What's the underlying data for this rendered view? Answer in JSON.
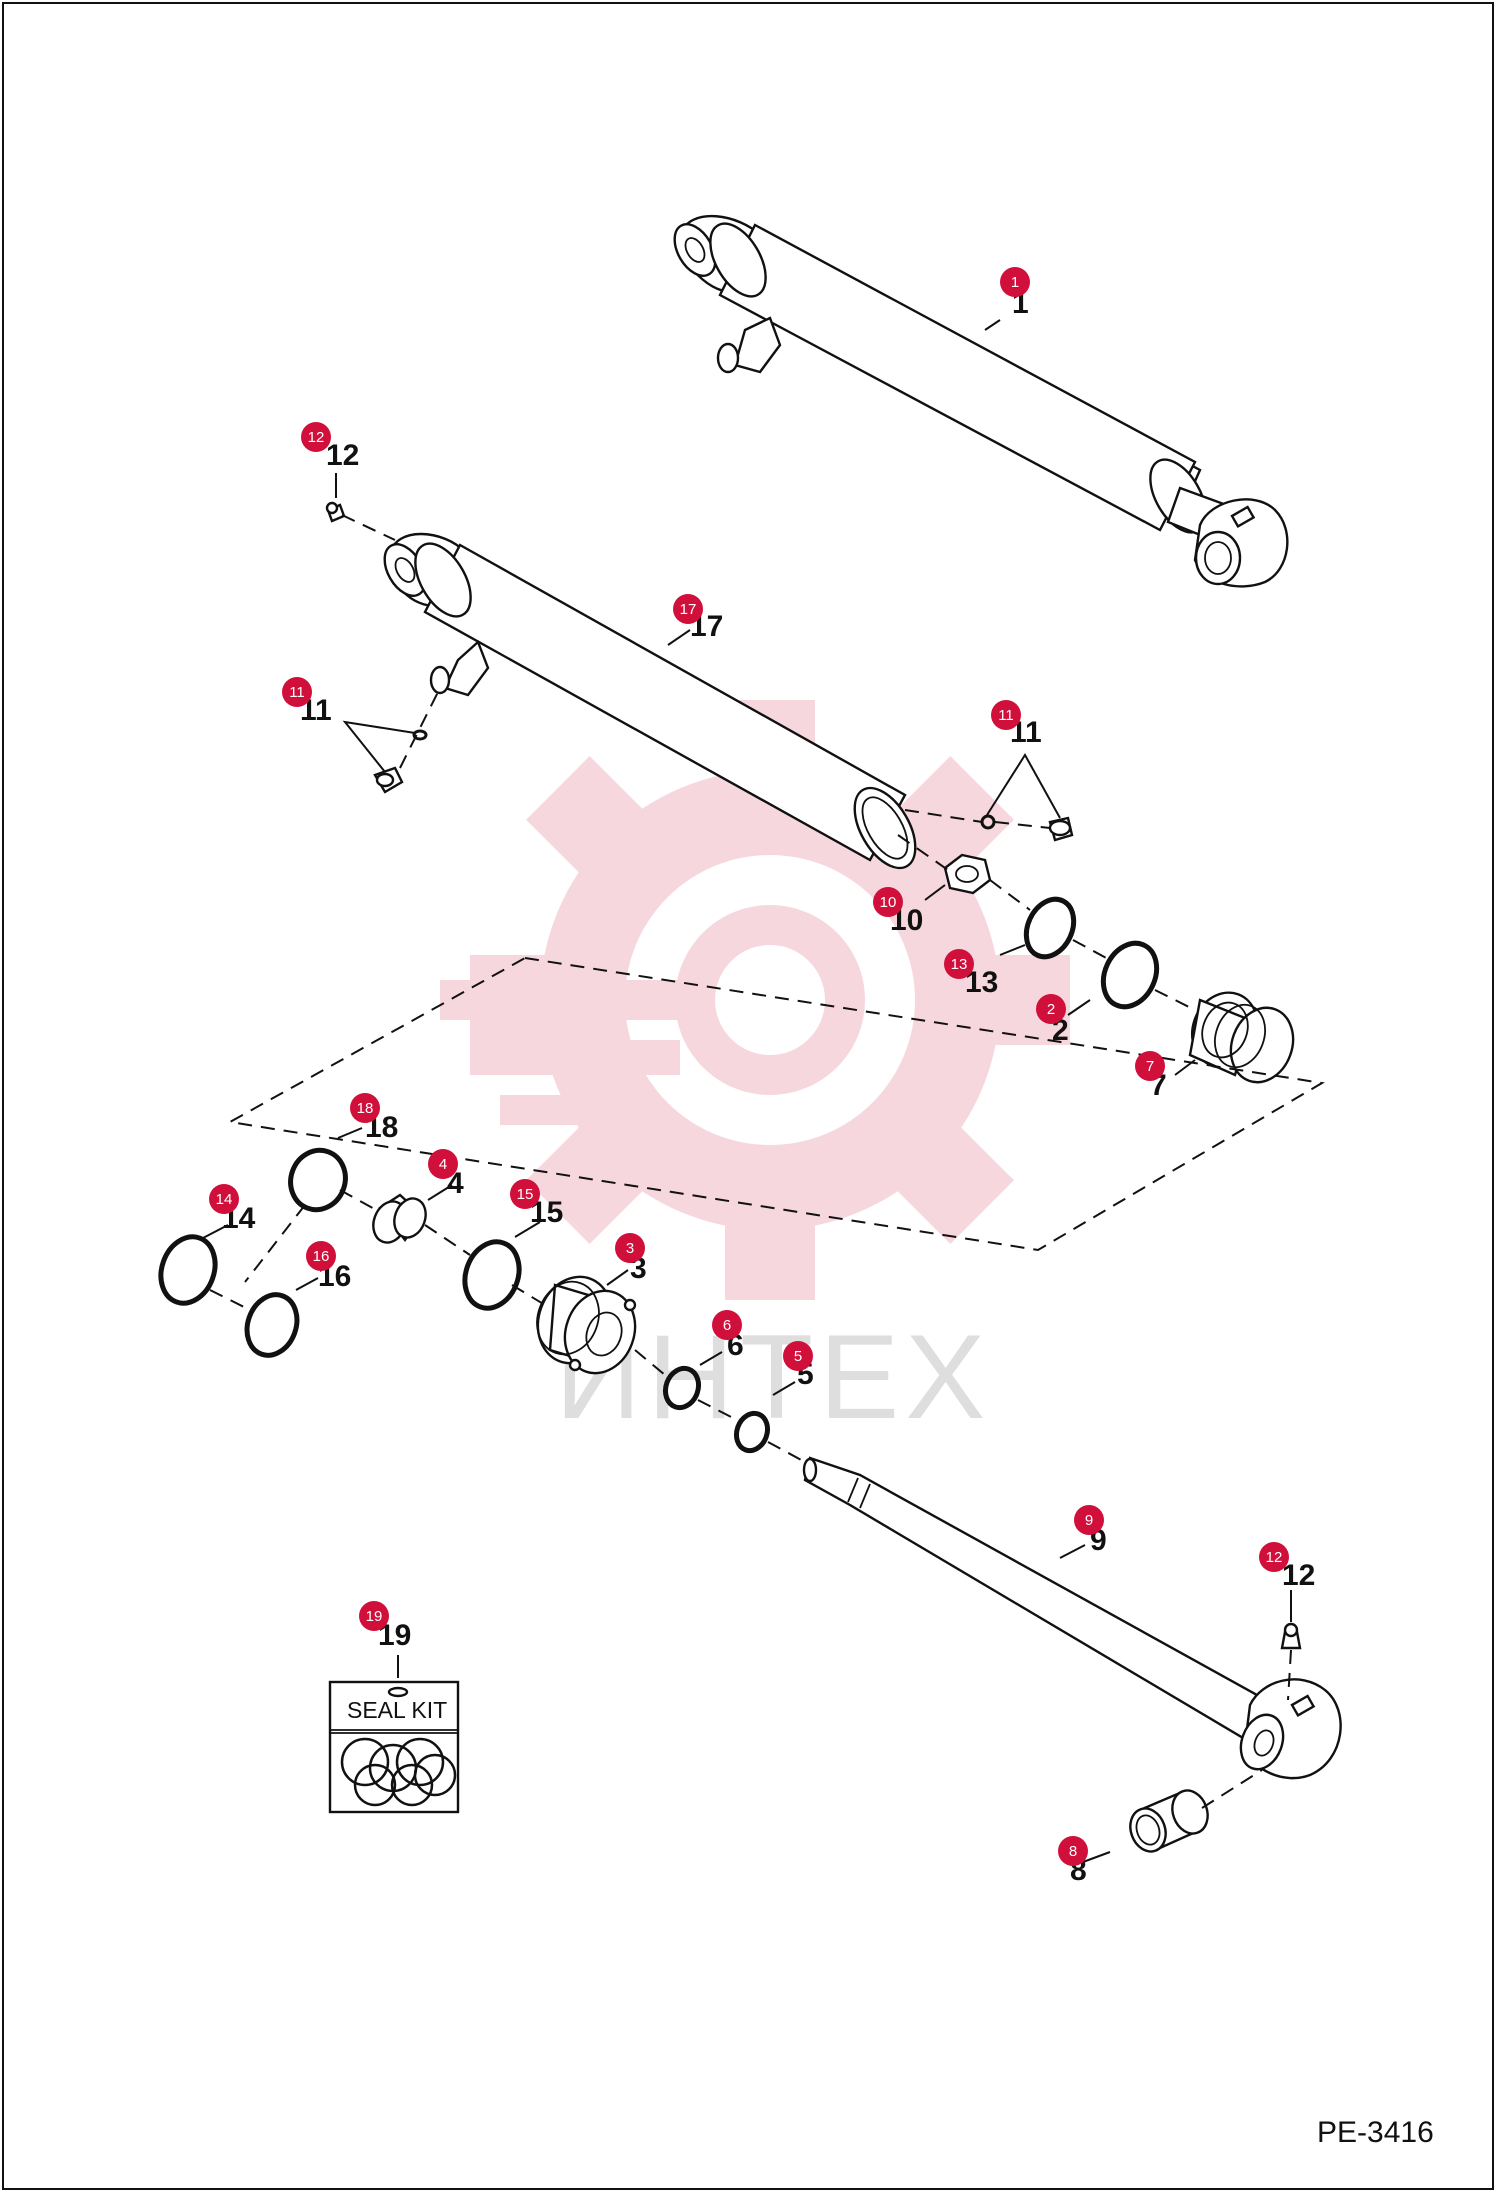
{
  "diagram": {
    "reference_code": "PE-3416",
    "watermark_text": "ИНТЕХ",
    "seal_kit_label": "SEAL KIT",
    "brand_color": "#d0103a",
    "callouts": [
      {
        "id": "c1",
        "number": "1"
      },
      {
        "id": "c12a",
        "number": "12"
      },
      {
        "id": "c17",
        "number": "17"
      },
      {
        "id": "c11a",
        "number": "11"
      },
      {
        "id": "c11b",
        "number": "11"
      },
      {
        "id": "c10",
        "number": "10"
      },
      {
        "id": "c13",
        "number": "13"
      },
      {
        "id": "c2",
        "number": "2"
      },
      {
        "id": "c7",
        "number": "7"
      },
      {
        "id": "c18",
        "number": "18"
      },
      {
        "id": "c4",
        "number": "4"
      },
      {
        "id": "c14",
        "number": "14"
      },
      {
        "id": "c15",
        "number": "15"
      },
      {
        "id": "c16",
        "number": "16"
      },
      {
        "id": "c3",
        "number": "3"
      },
      {
        "id": "c6",
        "number": "6"
      },
      {
        "id": "c5",
        "number": "5"
      },
      {
        "id": "c9",
        "number": "9"
      },
      {
        "id": "c12b",
        "number": "12"
      },
      {
        "id": "c19",
        "number": "19"
      },
      {
        "id": "c8",
        "number": "8"
      }
    ]
  }
}
